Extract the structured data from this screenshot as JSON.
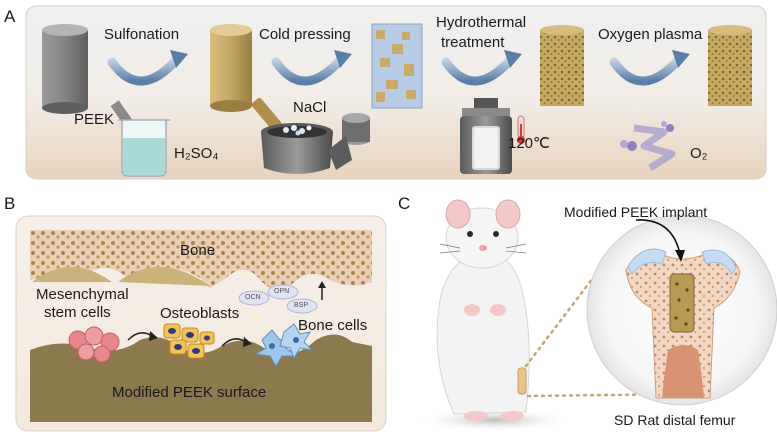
{
  "panel_a": {
    "label": "A",
    "steps": [
      "Sulfonation",
      "Cold pressing",
      "Hydrothermal",
      "treatment",
      "Oxygen plasma"
    ],
    "materials": {
      "peek": "PEEK",
      "acid": "H₂SO₄",
      "salt": "NaCl",
      "temperature": "120℃",
      "gas": "O₂"
    }
  },
  "panel_b": {
    "label": "B",
    "bone": "Bone",
    "stem_cells_line1": "Mesenchymal",
    "stem_cells_line2": "stem cells",
    "osteoblasts": "Osteoblasts",
    "bone_cells": "Bone cells",
    "markers": [
      "OCN",
      "OPN",
      "BSP"
    ],
    "surface": "Modified PEEK surface"
  },
  "panel_c": {
    "label": "C",
    "implant": "Modified PEEK implant",
    "site": "SD Rat distal femur"
  },
  "colors": {
    "panel_bg_top": "#ececec",
    "panel_bg_bottom": "#ead9c6",
    "peek_gray": "#8c8c8c",
    "sulfonated_tan": "#c8aa6a",
    "porous_tan": "#b89a55",
    "arrow_blue": "#6c8fb5",
    "bone_pink": "#f2d6c7",
    "surface_brown": "#8c7a4e",
    "liquid_cyan": "#9fd3d0"
  }
}
